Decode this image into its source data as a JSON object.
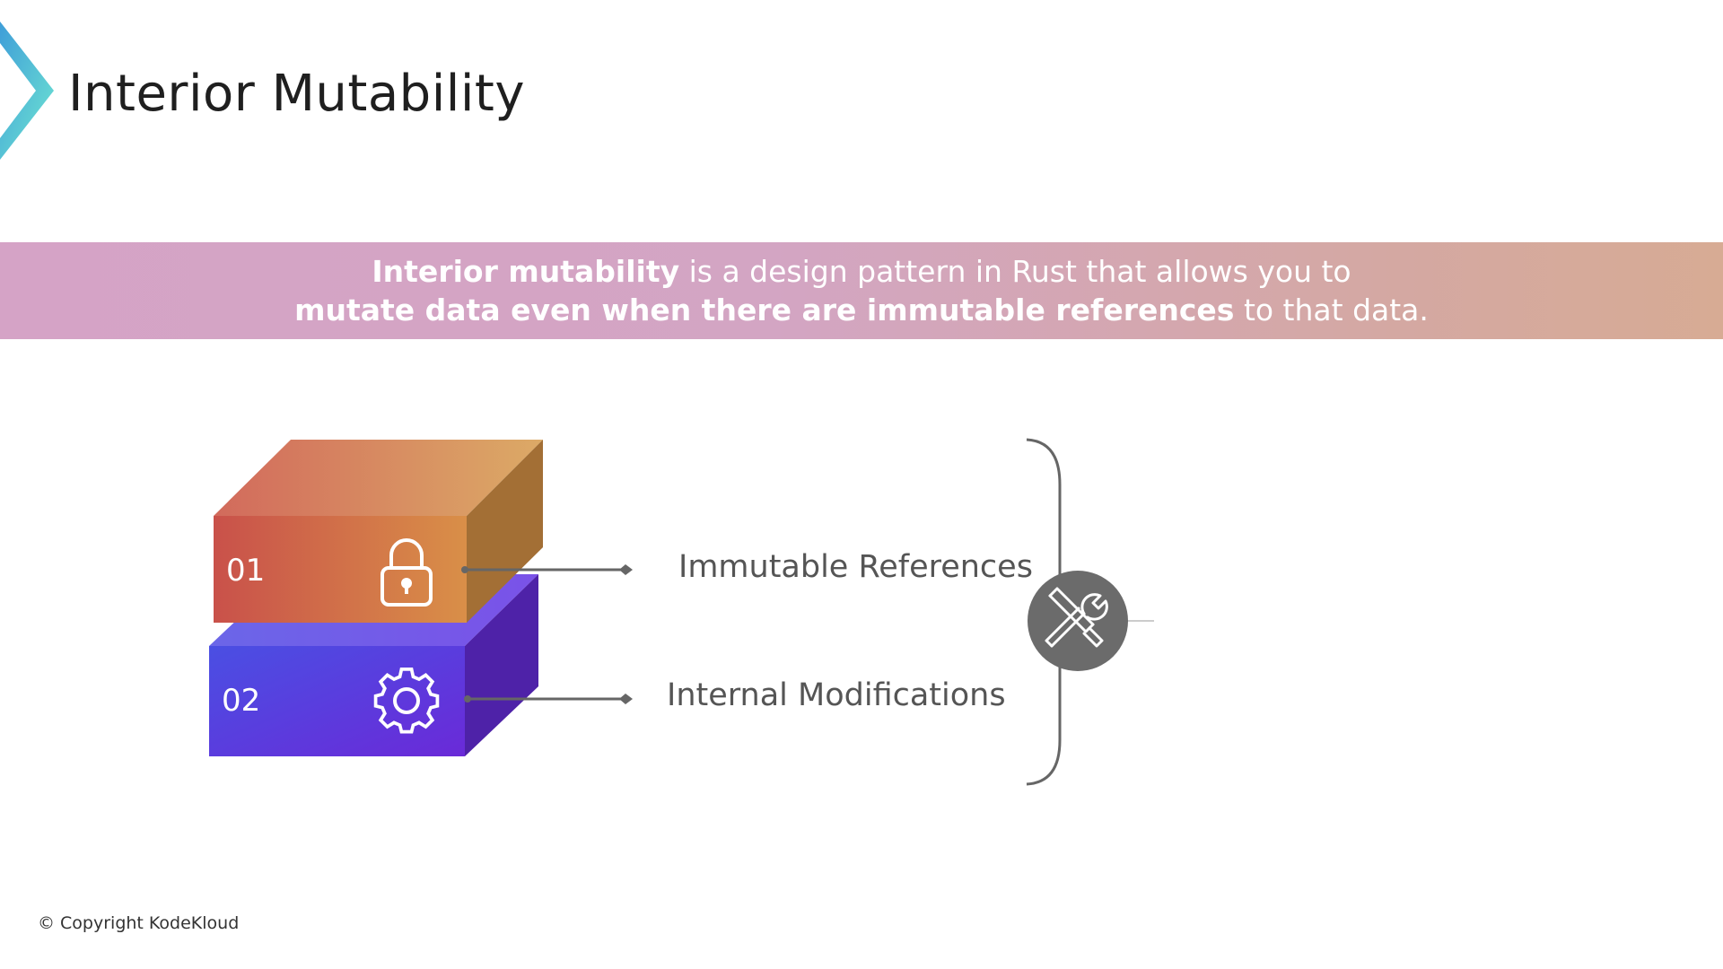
{
  "title": "Interior Mutability",
  "banner": {
    "line1_bold": "Interior mutability",
    "line1_rest": " is a design pattern in Rust that allows you to",
    "line2_bold": "mutate data even when there are immutable references",
    "line2_rest": " to that data."
  },
  "items": [
    {
      "number": "01",
      "label": "Immutable References",
      "icon": "lock-icon"
    },
    {
      "number": "02",
      "label": "Internal Modifications",
      "icon": "gear-icon"
    }
  ],
  "center_icon": "tools-icon",
  "footer": {
    "copyright": "© Copyright KodeKloud"
  },
  "colors": {
    "block1_front": "#d07a4f",
    "block2_front": "#5b3fe0",
    "banner": "#d4a5c0",
    "tool_circle": "#6b6b6b"
  }
}
